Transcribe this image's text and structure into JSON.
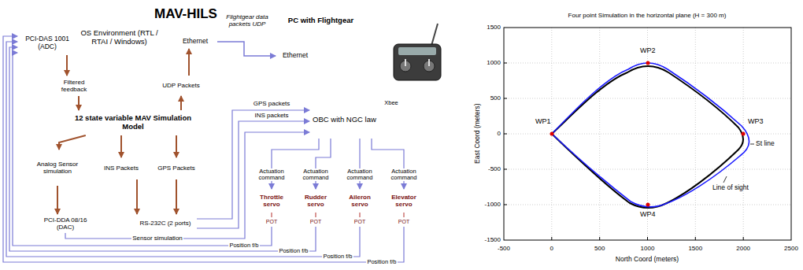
{
  "diagram": {
    "title": "MAV-HILS",
    "nodes": [
      {
        "text": [
          "OS Environment (RTL / RTAI / Windows)"
        ]
      },
      {
        "text": [
          "PCI-DAS 1001 (ADC)"
        ],
        "in": 0
      },
      {
        "text": [
          "Ethernet"
        ],
        "in": 0
      },
      {
        "text": [
          "Filtered feedback"
        ],
        "in": 0
      },
      {
        "text": [
          "UDP Packets"
        ],
        "in": 0
      },
      {
        "text": [
          "12 state variable MAV Simulation Model"
        ],
        "in": 0
      },
      {
        "text": [
          "Analog Sensor simulation"
        ],
        "in": 0
      },
      {
        "text": [
          "INS Packets"
        ],
        "in": 0
      },
      {
        "text": [
          "GPS Packets"
        ],
        "in": 0
      },
      {
        "text": [
          "PCI-DDA 08/16 (DAC)"
        ],
        "in": 0
      },
      {
        "text": [
          "RS-232C (2 ports)"
        ],
        "in": 0
      },
      {
        "text": [
          "PC with Flightgear"
        ]
      },
      {
        "text": [
          "Ethernet"
        ],
        "in": 11
      },
      {
        "text": [
          "OBC with NGC law"
        ]
      },
      {
        "text": [
          "Xbee"
        ]
      },
      {
        "text": [
          "Throttle servo"
        ]
      },
      {
        "text": [
          "Rudder servo"
        ]
      },
      {
        "text": [
          "Aileron servo"
        ]
      },
      {
        "text": [
          "Elevator servo"
        ]
      },
      {
        "text": [
          "POT"
        ]
      },
      {
        "text": [
          "POT"
        ]
      },
      {
        "text": [
          "POT"
        ]
      },
      {
        "text": [
          "POT"
        ]
      }
    ],
    "edges": [
      {
        "from": 1,
        "to": 3,
        "arrow": "to"
      },
      {
        "from": 3,
        "to": 5,
        "arrow": "to"
      },
      {
        "from": 5,
        "to": 4,
        "arrow": "to"
      },
      {
        "from": 4,
        "to": 2,
        "arrow": "to"
      },
      {
        "from": 2,
        "to": 12,
        "label": "Flightgear data packets UDP",
        "arrow": "to"
      },
      {
        "from": 5,
        "to": 6,
        "arrow": "to"
      },
      {
        "from": 5,
        "to": 7,
        "arrow": "to"
      },
      {
        "from": 5,
        "to": 8,
        "arrow": "to"
      },
      {
        "from": 6,
        "to": 9,
        "arrow": "to"
      },
      {
        "from": 7,
        "to": 10,
        "arrow": "to"
      },
      {
        "from": 8,
        "to": 10,
        "arrow": "to"
      },
      {
        "from": 10,
        "to": 13,
        "label": "GPS packets",
        "arrow": "to"
      },
      {
        "from": 10,
        "to": 13,
        "label": "INS packets",
        "arrow": "to"
      },
      {
        "from": 9,
        "to": 13,
        "label": "Sensor simulation",
        "arrow": "to"
      },
      {
        "from": 13,
        "to": 15,
        "label": "Actuation command",
        "arrow": "to"
      },
      {
        "from": 13,
        "to": 16,
        "label": "Actuation command",
        "arrow": "to"
      },
      {
        "from": 13,
        "to": 17,
        "label": "Actuation command",
        "arrow": "to"
      },
      {
        "from": 13,
        "to": 18,
        "label": "Actuation command",
        "arrow": "to"
      },
      {
        "from": 19,
        "to": 1,
        "label": "Position f/b",
        "arrow": "to"
      },
      {
        "from": 20,
        "to": 1,
        "label": "Position f/b",
        "arrow": "to"
      },
      {
        "from": 21,
        "to": 1,
        "label": "Position f/b",
        "arrow": "to"
      },
      {
        "from": 22,
        "to": 1,
        "label": "Position f/b",
        "arrow": "to"
      },
      {
        "from": 15,
        "to": 19,
        "arrow": "none"
      },
      {
        "from": 16,
        "to": 20,
        "arrow": "none"
      },
      {
        "from": 17,
        "to": 21,
        "arrow": "none"
      },
      {
        "from": 18,
        "to": 22,
        "arrow": "none"
      }
    ],
    "labels": [
      "Four point Simulation in the horizontal plane (H = 300 m)",
      "1500",
      "1000",
      "500",
      "0",
      "-500",
      "-1000",
      "-1500",
      "-500",
      "0",
      "500",
      "1000",
      "1500",
      "2000",
      "2500",
      "North Coord (meters)",
      "East Coord (meters)",
      "WP1",
      "WP2",
      "WP3",
      "WP4",
      "St line",
      "Line of sight"
    ]
  }
}
